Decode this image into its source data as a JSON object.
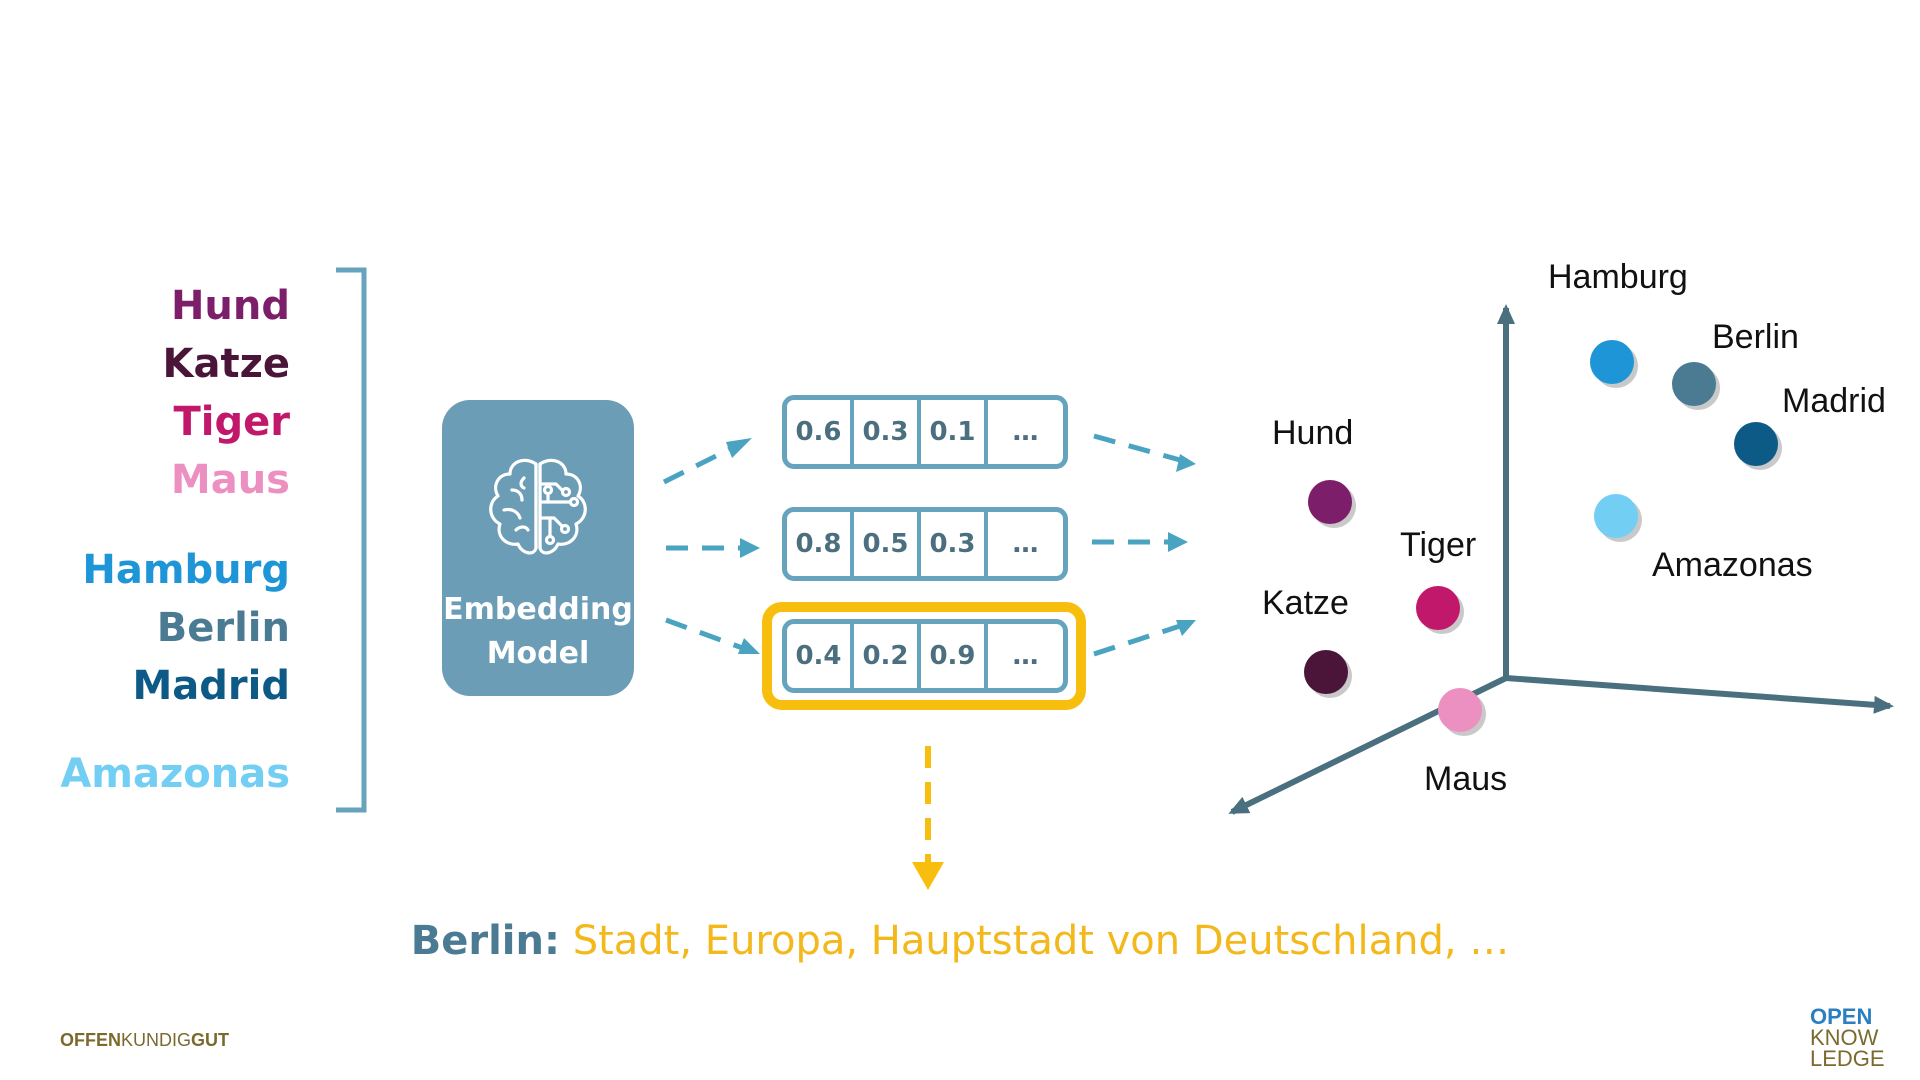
{
  "words": [
    {
      "text": "Hund",
      "color": "#7d1e6a"
    },
    {
      "text": "Katze",
      "color": "#4a1538"
    },
    {
      "text": "Tiger",
      "color": "#c2186b"
    },
    {
      "text": "Maus",
      "color": "#ec8fc1"
    },
    {
      "text": "Hamburg",
      "color": "#1e95d6"
    },
    {
      "text": "Berlin",
      "color": "#4a7b93"
    },
    {
      "text": "Madrid",
      "color": "#0e5a86"
    },
    {
      "text": "Amazonas",
      "color": "#72cef3"
    }
  ],
  "model": {
    "label": "Embedding\nModel",
    "icon": "brain-circuit-icon",
    "color": "#6b9db6"
  },
  "vectors": [
    {
      "cells": [
        "0.6",
        "0.3",
        "0.1",
        "…"
      ]
    },
    {
      "cells": [
        "0.8",
        "0.5",
        "0.3",
        "…"
      ]
    },
    {
      "cells": [
        "0.4",
        "0.2",
        "0.9",
        "…"
      ],
      "highlighted": true
    }
  ],
  "space": {
    "points": [
      {
        "label": "Hund",
        "color": "#7d1e6a"
      },
      {
        "label": "Katze",
        "color": "#4a1538"
      },
      {
        "label": "Tiger",
        "color": "#c2186b"
      },
      {
        "label": "Maus",
        "color": "#ec8fc1"
      },
      {
        "label": "Hamburg",
        "color": "#1e95d6"
      },
      {
        "label": "Berlin",
        "color": "#4a7b93"
      },
      {
        "label": "Madrid",
        "color": "#0e5a86"
      },
      {
        "label": "Amazonas",
        "color": "#72cef3"
      }
    ],
    "axis_color": "#4a6f7e"
  },
  "sentence": {
    "key": "Berlin:",
    "value": " Stadt, Europa, Hauptstadt von Deutschland, …"
  },
  "colors": {
    "accent_yellow": "#f7be0e",
    "vector_border": "#66a3bc",
    "arrow_blue": "#4aa3c1"
  },
  "logos": {
    "left_bold1": "OFFEN",
    "left_thin": "KUNDIG",
    "left_bold2": "GUT",
    "right_line1": "OPEN",
    "right_line2": "KNOW",
    "right_line3": "LEDGE"
  }
}
